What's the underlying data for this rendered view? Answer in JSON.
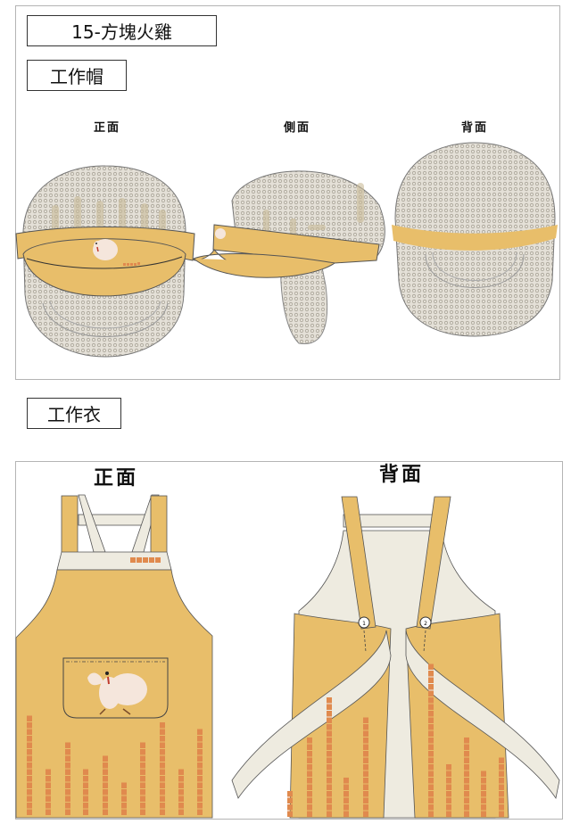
{
  "document": {
    "title": "15-方塊火雞",
    "colors": {
      "mustard": "#E8BE6A",
      "cream": "#EEEBE0",
      "mesh": "#D9D5CC",
      "mesh_dot": "#B8B3A8",
      "accent_orange": "#E08A4E",
      "outline": "#333333",
      "frame_border": "#B4B4B4"
    }
  },
  "hat_section": {
    "label": "工作帽",
    "views": [
      {
        "id": "front",
        "label": "正面"
      },
      {
        "id": "side",
        "label": "側面"
      },
      {
        "id": "back",
        "label": "背面"
      }
    ],
    "motif": "turkey-illustration",
    "accent_squares": 5
  },
  "apron_section": {
    "label": "工作衣",
    "views": [
      {
        "id": "front",
        "label": "正面"
      },
      {
        "id": "back",
        "label": "背面"
      }
    ],
    "front": {
      "bib_squares": 5,
      "pocket_motif": "turkey-illustration",
      "bar_heights": [
        15,
        7,
        11,
        7,
        9,
        5,
        11,
        14,
        7,
        13
      ]
    },
    "back": {
      "buttons": [
        "1",
        "2"
      ],
      "left_bar_heights": [
        4,
        12,
        18,
        6,
        15
      ],
      "right_bar_heights": [
        23,
        8,
        12,
        7,
        9
      ]
    }
  }
}
